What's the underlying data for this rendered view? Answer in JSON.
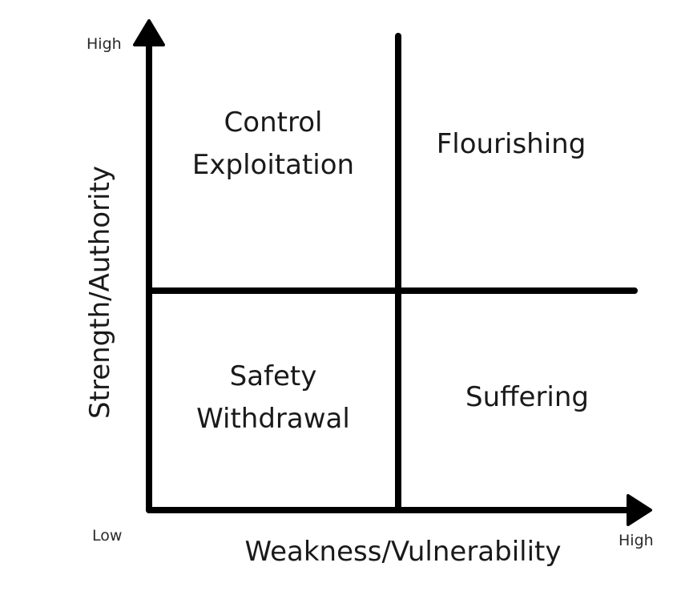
{
  "diagram": {
    "y_axis": {
      "title": "Strength/Authority",
      "high_label": "High"
    },
    "x_axis": {
      "title": "Weakness/Vulnerability",
      "high_label": "High"
    },
    "origin_label": "Low",
    "quadrants": {
      "top_left": [
        "Control",
        "Exploitation"
      ],
      "top_right": [
        "Flourishing"
      ],
      "bottom_left": [
        "Safety",
        "Withdrawal"
      ],
      "bottom_right": [
        "Suffering"
      ]
    },
    "line_color": "#000000",
    "text_color": "#1a1a1a"
  }
}
